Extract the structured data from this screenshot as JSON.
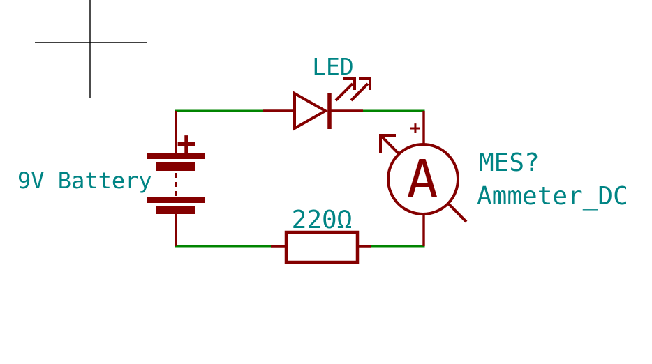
{
  "colors": {
    "background": "#ffffff",
    "wire": "#008400",
    "symbol": "#840000",
    "field": "#008484",
    "cursor": "#000000"
  },
  "components": {
    "battery": {
      "label": "9V Battery",
      "polarity": "+"
    },
    "led": {
      "label": "LED"
    },
    "resistor": {
      "value": "220Ω"
    },
    "ammeter": {
      "reference": "MES?",
      "value": "Ammeter_DC",
      "display_letter": "A",
      "polarity": "+"
    }
  }
}
